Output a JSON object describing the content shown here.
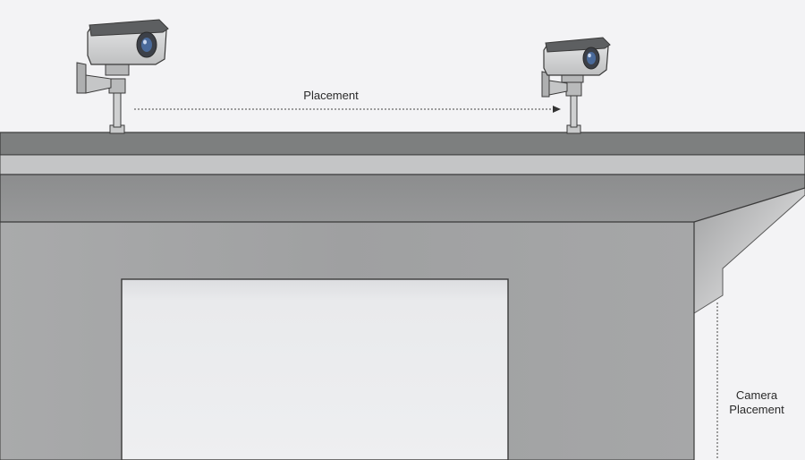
{
  "labels": {
    "horizontal": "Placement",
    "vertical_line1": "Camera",
    "vertical_line2": "Placement"
  },
  "cameras": [
    {
      "name": "left-security-camera"
    },
    {
      "name": "right-security-camera"
    }
  ],
  "colors": {
    "background": "#f3f3f5",
    "roof": "#7d7f7f",
    "fascia": "#c4c5c6",
    "soffit": "#8d8e8f",
    "wall": "#a2a3a4",
    "door": "#e9eaec",
    "outline": "#3a3a3a",
    "camera_body": "#d9dadb",
    "camera_lens": "#4a6a9a"
  }
}
